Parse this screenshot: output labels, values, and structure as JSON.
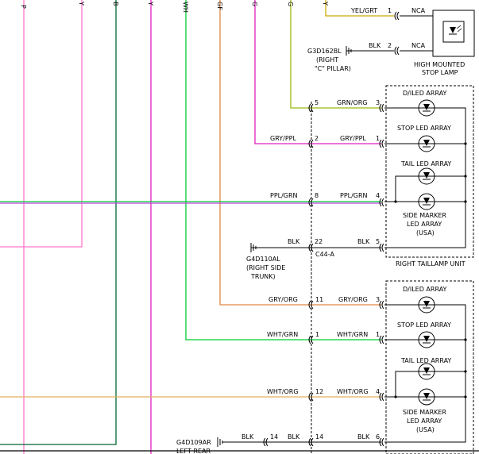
{
  "colors": {
    "pink": "#ff77cc",
    "magenta": "#e020c0",
    "green": "#00cc33",
    "dark_green": "#006633",
    "yellow_green": "#99bb11",
    "orange": "#dd8844",
    "tan": "#e0b060",
    "gold": "#ccaa00",
    "purple": "#bb44dd"
  },
  "top_edge_labels": {
    "p": "P",
    "y1": "Y",
    "b": "B",
    "y2": "Y",
    "wh": "WH",
    "gf": "GF",
    "gr": "G",
    "g2": "G",
    "y3": "Y"
  },
  "high_stop": {
    "wire_yel_grt": "YEL/GRT",
    "pin1": "1",
    "nca1": "NCA",
    "ground_id": "G3D162BL",
    "ground_loc1": "(RIGHT",
    "ground_loc2": "\"C\" PILLAR)",
    "wire_blk": "BLK",
    "pin2": "2",
    "nca2": "NCA",
    "label1": "HIGH MOUNTED",
    "label2": "STOP LAMP"
  },
  "right_taillamp": {
    "title": "RIGHT TAILLAMP UNIT",
    "dtled": "D/ILED ARRAY",
    "stop": "STOP LED ARRAY",
    "tail": "TAIL LED ARRAY",
    "side1": "SIDE MARKER",
    "side2": "LED ARRAY",
    "side3": "(USA)",
    "c5": "5",
    "w_grn_org_l": "GRN/ORG",
    "p3": "3",
    "c2": "2",
    "w_gry_ppl_l": "GRY/PPL",
    "w_gry_ppl_r": "GRY/PPL",
    "p1": "1",
    "w_ppl_grn_l": "PPL/GRN",
    "c8": "8",
    "w_ppl_grn_r": "PPL/GRN",
    "p4": "4",
    "w_blk_l": "BLK",
    "c22": "22",
    "w_blk_r": "BLK",
    "p5": "5",
    "conn": "C44-A",
    "gnd_id": "G4D110AL",
    "gnd_loc1": "(RIGHT SIDE",
    "gnd_loc2": "TRUNK)"
  },
  "lower_lamp": {
    "dtled": "D/ILED ARRAY",
    "stop": "STOP LED ARRAY",
    "tail": "TAIL LED ARRAY",
    "side1": "SIDE MARKER",
    "side2": "LED ARRAY",
    "side3": "(USA)",
    "w_gry_org_l": "GRY/ORG",
    "c11": "11",
    "w_gry_org_r": "GRY/ORG",
    "p3": "3",
    "w_wht_grn_l": "WHT/GRN",
    "c1": "1",
    "w_wht_grn_r": "WHT/GRN",
    "p1": "1",
    "w_wht_org_l": "WHT/ORG",
    "c12": "12",
    "w_wht_org_r": "WHT/ORG",
    "p4": "4",
    "gnd_id": "G4D109AR",
    "gnd_loc": "LEFT REAR",
    "w_blk_a": "BLK",
    "c14a": "14",
    "w_blk_b": "BLK",
    "c14b": "14",
    "w_blk_c": "BLK",
    "p6": "6"
  }
}
